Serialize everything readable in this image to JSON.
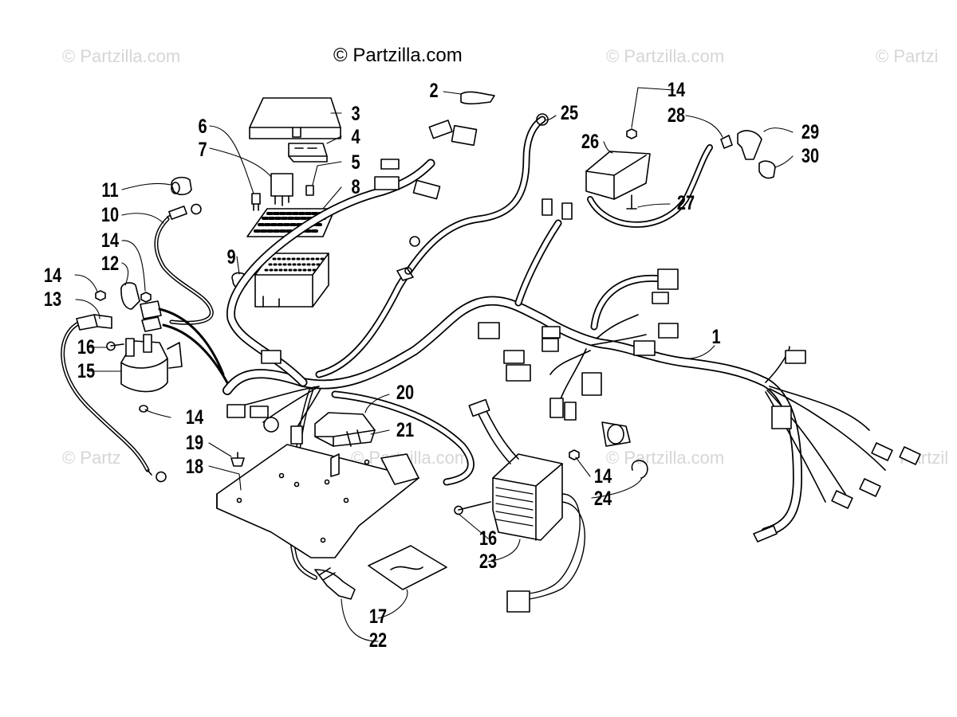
{
  "watermark": {
    "main": "© Partzilla.com",
    "faint": "© Partzilla.com",
    "faint_right_partial": "© Partzi",
    "faint_lower_partial": "© Partz",
    "faint_lower_right_partial": "Partzil"
  },
  "callouts": {
    "c1": "1",
    "c2": "2",
    "c3": "3",
    "c4": "4",
    "c5": "5",
    "c6": "6",
    "c7": "7",
    "c8": "8",
    "c9": "9",
    "c10": "10",
    "c11": "11",
    "c12": "12",
    "c13": "13",
    "c14a": "14",
    "c14b": "14",
    "c14c": "14",
    "c14d": "14",
    "c14e": "14",
    "c15": "15",
    "c16a": "16",
    "c16b": "16",
    "c17": "17",
    "c18": "18",
    "c19": "19",
    "c20": "20",
    "c21": "21",
    "c22": "22",
    "c23": "23",
    "c24": "24",
    "c25": "25",
    "c26": "26",
    "c27": "27",
    "c28": "28",
    "c29": "29",
    "c30": "30"
  },
  "colors": {
    "line": "#000000",
    "watermark": "#d6d6d6",
    "background": "#ffffff"
  }
}
